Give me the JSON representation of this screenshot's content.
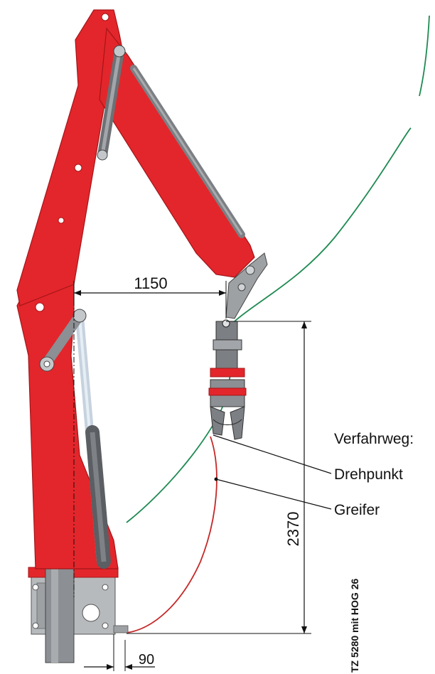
{
  "dimensions": {
    "reach_width": "1150",
    "height": "2370",
    "offset": "90"
  },
  "labels": {
    "travel": "Verfahrweg:",
    "pivot": "Drehpunkt",
    "gripper": "Greifer"
  },
  "model": "TZ 5280 mit HOG 26",
  "colors": {
    "crane_red": "#e3262b",
    "crane_dark_red": "#a3151a",
    "steel": "#8c8f93",
    "pivot_path": "#1f8a52",
    "gripper_path": "#c62828"
  }
}
